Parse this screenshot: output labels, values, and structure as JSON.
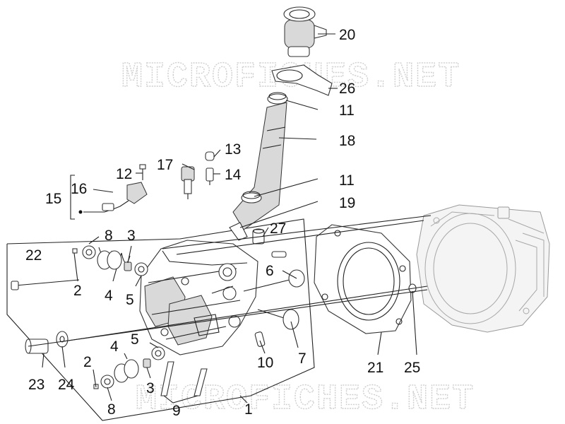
{
  "watermark": "MICROFICHES.NET",
  "callouts": {
    "c1": "1",
    "c2a": "2",
    "c2b": "2",
    "c3a": "3",
    "c3b": "3",
    "c4a": "4",
    "c4b": "4",
    "c5a": "5",
    "c5b": "5",
    "c6": "6",
    "c7": "7",
    "c8a": "8",
    "c8b": "8",
    "c9": "9",
    "c10": "10",
    "c11a": "11",
    "c11b": "11",
    "c12": "12",
    "c13": "13",
    "c14": "14",
    "c15": "15",
    "c16": "16",
    "c17": "17",
    "c18": "18",
    "c19": "19",
    "c20": "20",
    "c21": "21",
    "c22": "22",
    "c23": "23",
    "c24": "24",
    "c25": "25",
    "c26": "26",
    "c27": "27"
  }
}
